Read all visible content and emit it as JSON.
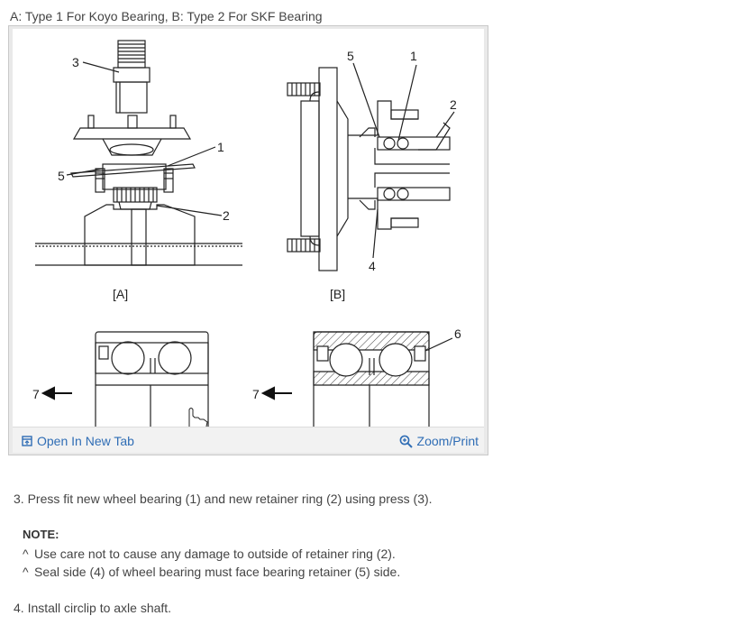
{
  "caption": "A: Type 1 For Koyo Bearing, B: Type 2 For SKF Bearing",
  "figure": {
    "labels": {
      "a": "[A]",
      "b": "[B]",
      "callouts": [
        "1",
        "2",
        "3",
        "4",
        "5",
        "6",
        "7"
      ]
    },
    "toolbar": {
      "open_new_tab": "Open In New Tab",
      "zoom_print": "Zoom/Print"
    },
    "accent_color": "#2f6db5"
  },
  "steps": {
    "step3": "3. Press fit new wheel bearing (1) and new retainer ring (2) using press (3).",
    "note_title": "NOTE:",
    "caret": "^",
    "note1": "Use care not to cause any damage to outside of retainer ring (2).",
    "note2": "Seal side (4) of wheel bearing must face bearing retainer (5) side.",
    "step4": "4. Install circlip to axle shaft."
  }
}
